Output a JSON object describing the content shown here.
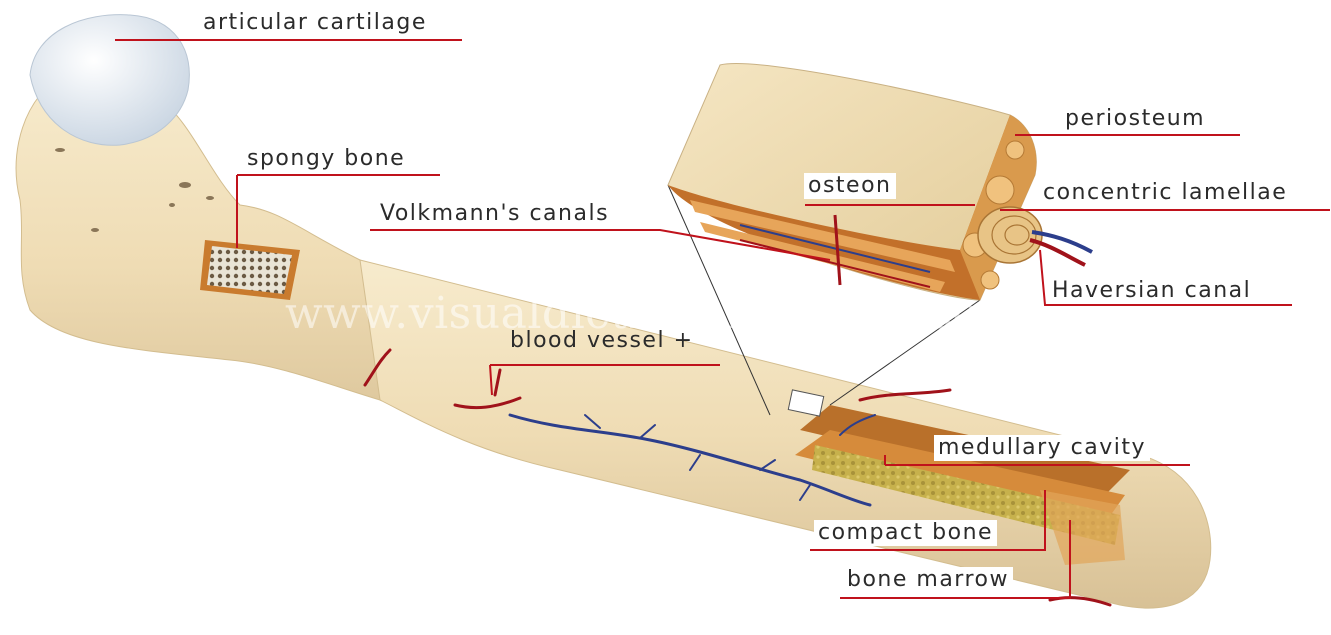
{
  "labels": {
    "articular_cartilage": "articular cartilage",
    "spongy_bone": "spongy bone",
    "volkmanns_canals": "Volkmann's canals",
    "osteon": "osteon",
    "periosteum": "periosteum",
    "concentric_lamellae": "concentric lamellae",
    "haversian_canal": "Haversian canal",
    "blood_vessel": "blood vessel +",
    "medullary_cavity": "medullary cavity",
    "compact_bone": "compact bone",
    "bone_marrow": "bone marrow"
  },
  "watermark": "www.visualdictionaryonline.com",
  "colors": {
    "bone": "#f0e0bc",
    "bone_shadow": "#d9c59a",
    "cartilage": "#eef3f8",
    "compact": "#c97b2e",
    "marrow": "#c9b24f",
    "leader_line": "#c0121c",
    "artery": "#a0121a",
    "vein": "#2c3e8c"
  }
}
